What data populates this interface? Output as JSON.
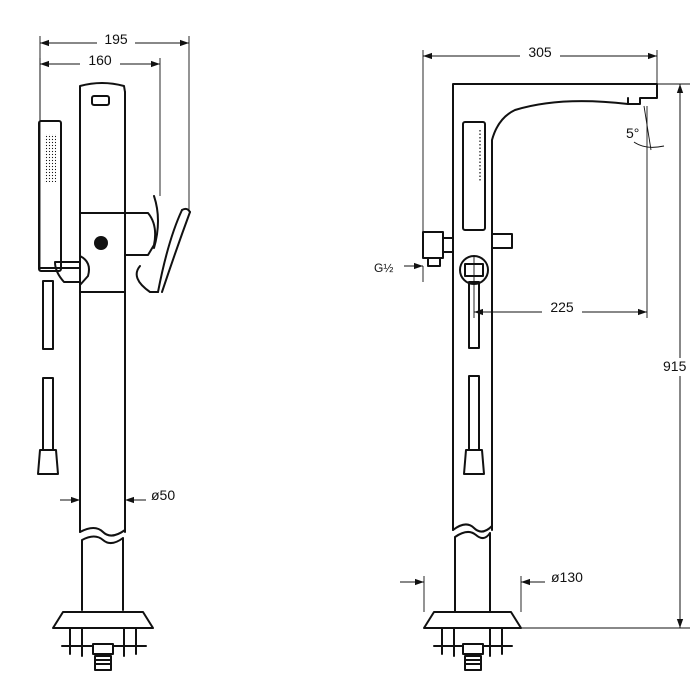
{
  "dimensions": {
    "d195": "195",
    "d160": "160",
    "d50": "ø50",
    "d305": "305",
    "d5deg": "5°",
    "thread": "G½",
    "d225": "225",
    "d915": "915",
    "d130": "ø130"
  }
}
